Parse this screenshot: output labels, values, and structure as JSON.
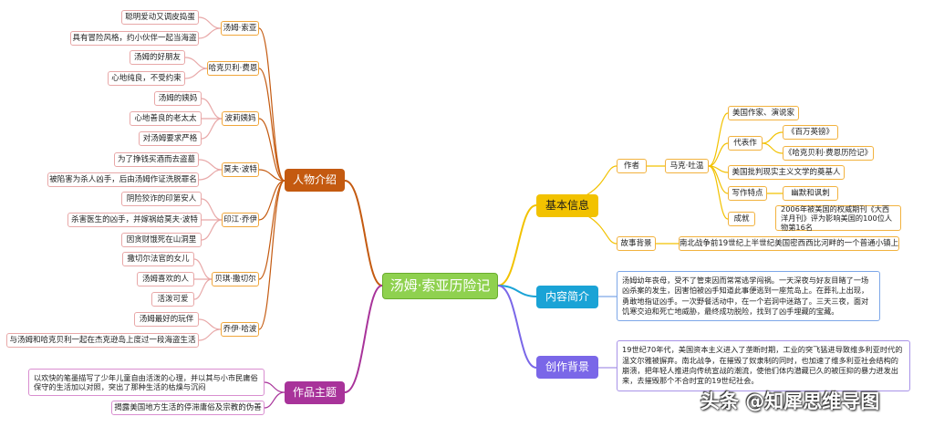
{
  "center": {
    "label": "汤姆·索亚历险记"
  },
  "colors": {
    "center": "#8fd14f",
    "characters": "#c45a10",
    "themes": "#a8339a",
    "basic_info": "#f2c200",
    "summary": "#1aa3d6",
    "background": "#7a67e8"
  },
  "characters": {
    "label": "人物介绍",
    "people": [
      {
        "name": "汤姆·索亚",
        "traits": [
          "聪明爱动又调皮捣蛋",
          "具有冒险风格，约小伙伴一起当海盗"
        ]
      },
      {
        "name": "哈克贝利·费恩",
        "traits": [
          "汤姆的好朋友",
          "心地纯良，不受约束"
        ]
      },
      {
        "name": "波莉姨妈",
        "traits": [
          "汤姆的姨妈",
          "心地善良的老太太",
          "对汤姆要求严格"
        ]
      },
      {
        "name": "莫夫·波特",
        "traits": [
          "为了挣钱买酒而去盗墓",
          "被陷害为杀人凶手，后由汤姆作证洗脱罪名"
        ]
      },
      {
        "name": "印江·乔伊",
        "traits": [
          "阴险狡诈的印第安人",
          "杀害医生的凶手，并嫁祸给莫夫·波特",
          "因贪财饿死在山洞里"
        ]
      },
      {
        "name": "贝琪·撒切尔",
        "traits": [
          "撒切尔法官的女儿",
          "汤姆喜欢的人",
          "活泼可爱"
        ]
      },
      {
        "name": "乔伊·哈波",
        "traits": [
          "汤姆最好的玩伴",
          "与汤姆和哈克贝利一起在杰克逊岛上度过一段海盗生活"
        ]
      }
    ]
  },
  "themes": {
    "label": "作品主题",
    "items": [
      "以欢快的笔墨描写了少年儿童自由活泼的心理，并以其与小市民庸俗保守的生活加以对照，突出了那种生活的枯燥与沉闷",
      "揭露美国地方生活的停滞庸俗及宗教的伪善"
    ]
  },
  "basic_info": {
    "label": "基本信息",
    "author": {
      "label": "作者",
      "name": "马克·吐温",
      "identity": "美国作家、演说家",
      "works_label": "代表作",
      "works": [
        "《百万英镑》",
        "《哈克贝利·费恩历险记》"
      ],
      "school": "美国批判现实主义文学的奠基人",
      "style_label": "写作特点",
      "style": "幽默和讽刺",
      "achievement_label": "成就",
      "achievement": "2006年被美国的权威期刊《大西洋月刊》评为影响美国的100位人物第16名"
    },
    "story_background": {
      "label": "故事背景",
      "text": "南北战争前19世纪上半世纪美国密西西比河畔的一个普通小镇上"
    }
  },
  "summary": {
    "label": "内容简介",
    "text": "汤姆幼年丧母，受不了管束因而常常逃学闯祸。一天深夜与好友目睹了一场凶杀案的发生，因害怕被凶手知道此事便逃到一座荒岛上。在葬礼上出现，勇敢地指证凶手。一次野餐活动中，在一个岩洞中迷路了。三天三夜，面对饥寒交迫和死亡地威胁，最终成功脱险，找到了凶手埋藏的宝藏。"
  },
  "creation_background": {
    "label": "创作背景",
    "text": "19世纪70年代，美国资本主义进入了垄断时期，工业的突飞猛进导致维多利亚时代的温文尔雅被摒弃。南北战争，在摧毁了奴隶制的同时，也加速了维多利亚社会结构的崩溃，把年轻人推进向传统宣战的潮流，使他们体内潜藏已久的被压抑的暴力迸发出来，去摧毁那个不合时宜的19世纪社会。"
  },
  "watermark": "头条 @知犀思维导图"
}
